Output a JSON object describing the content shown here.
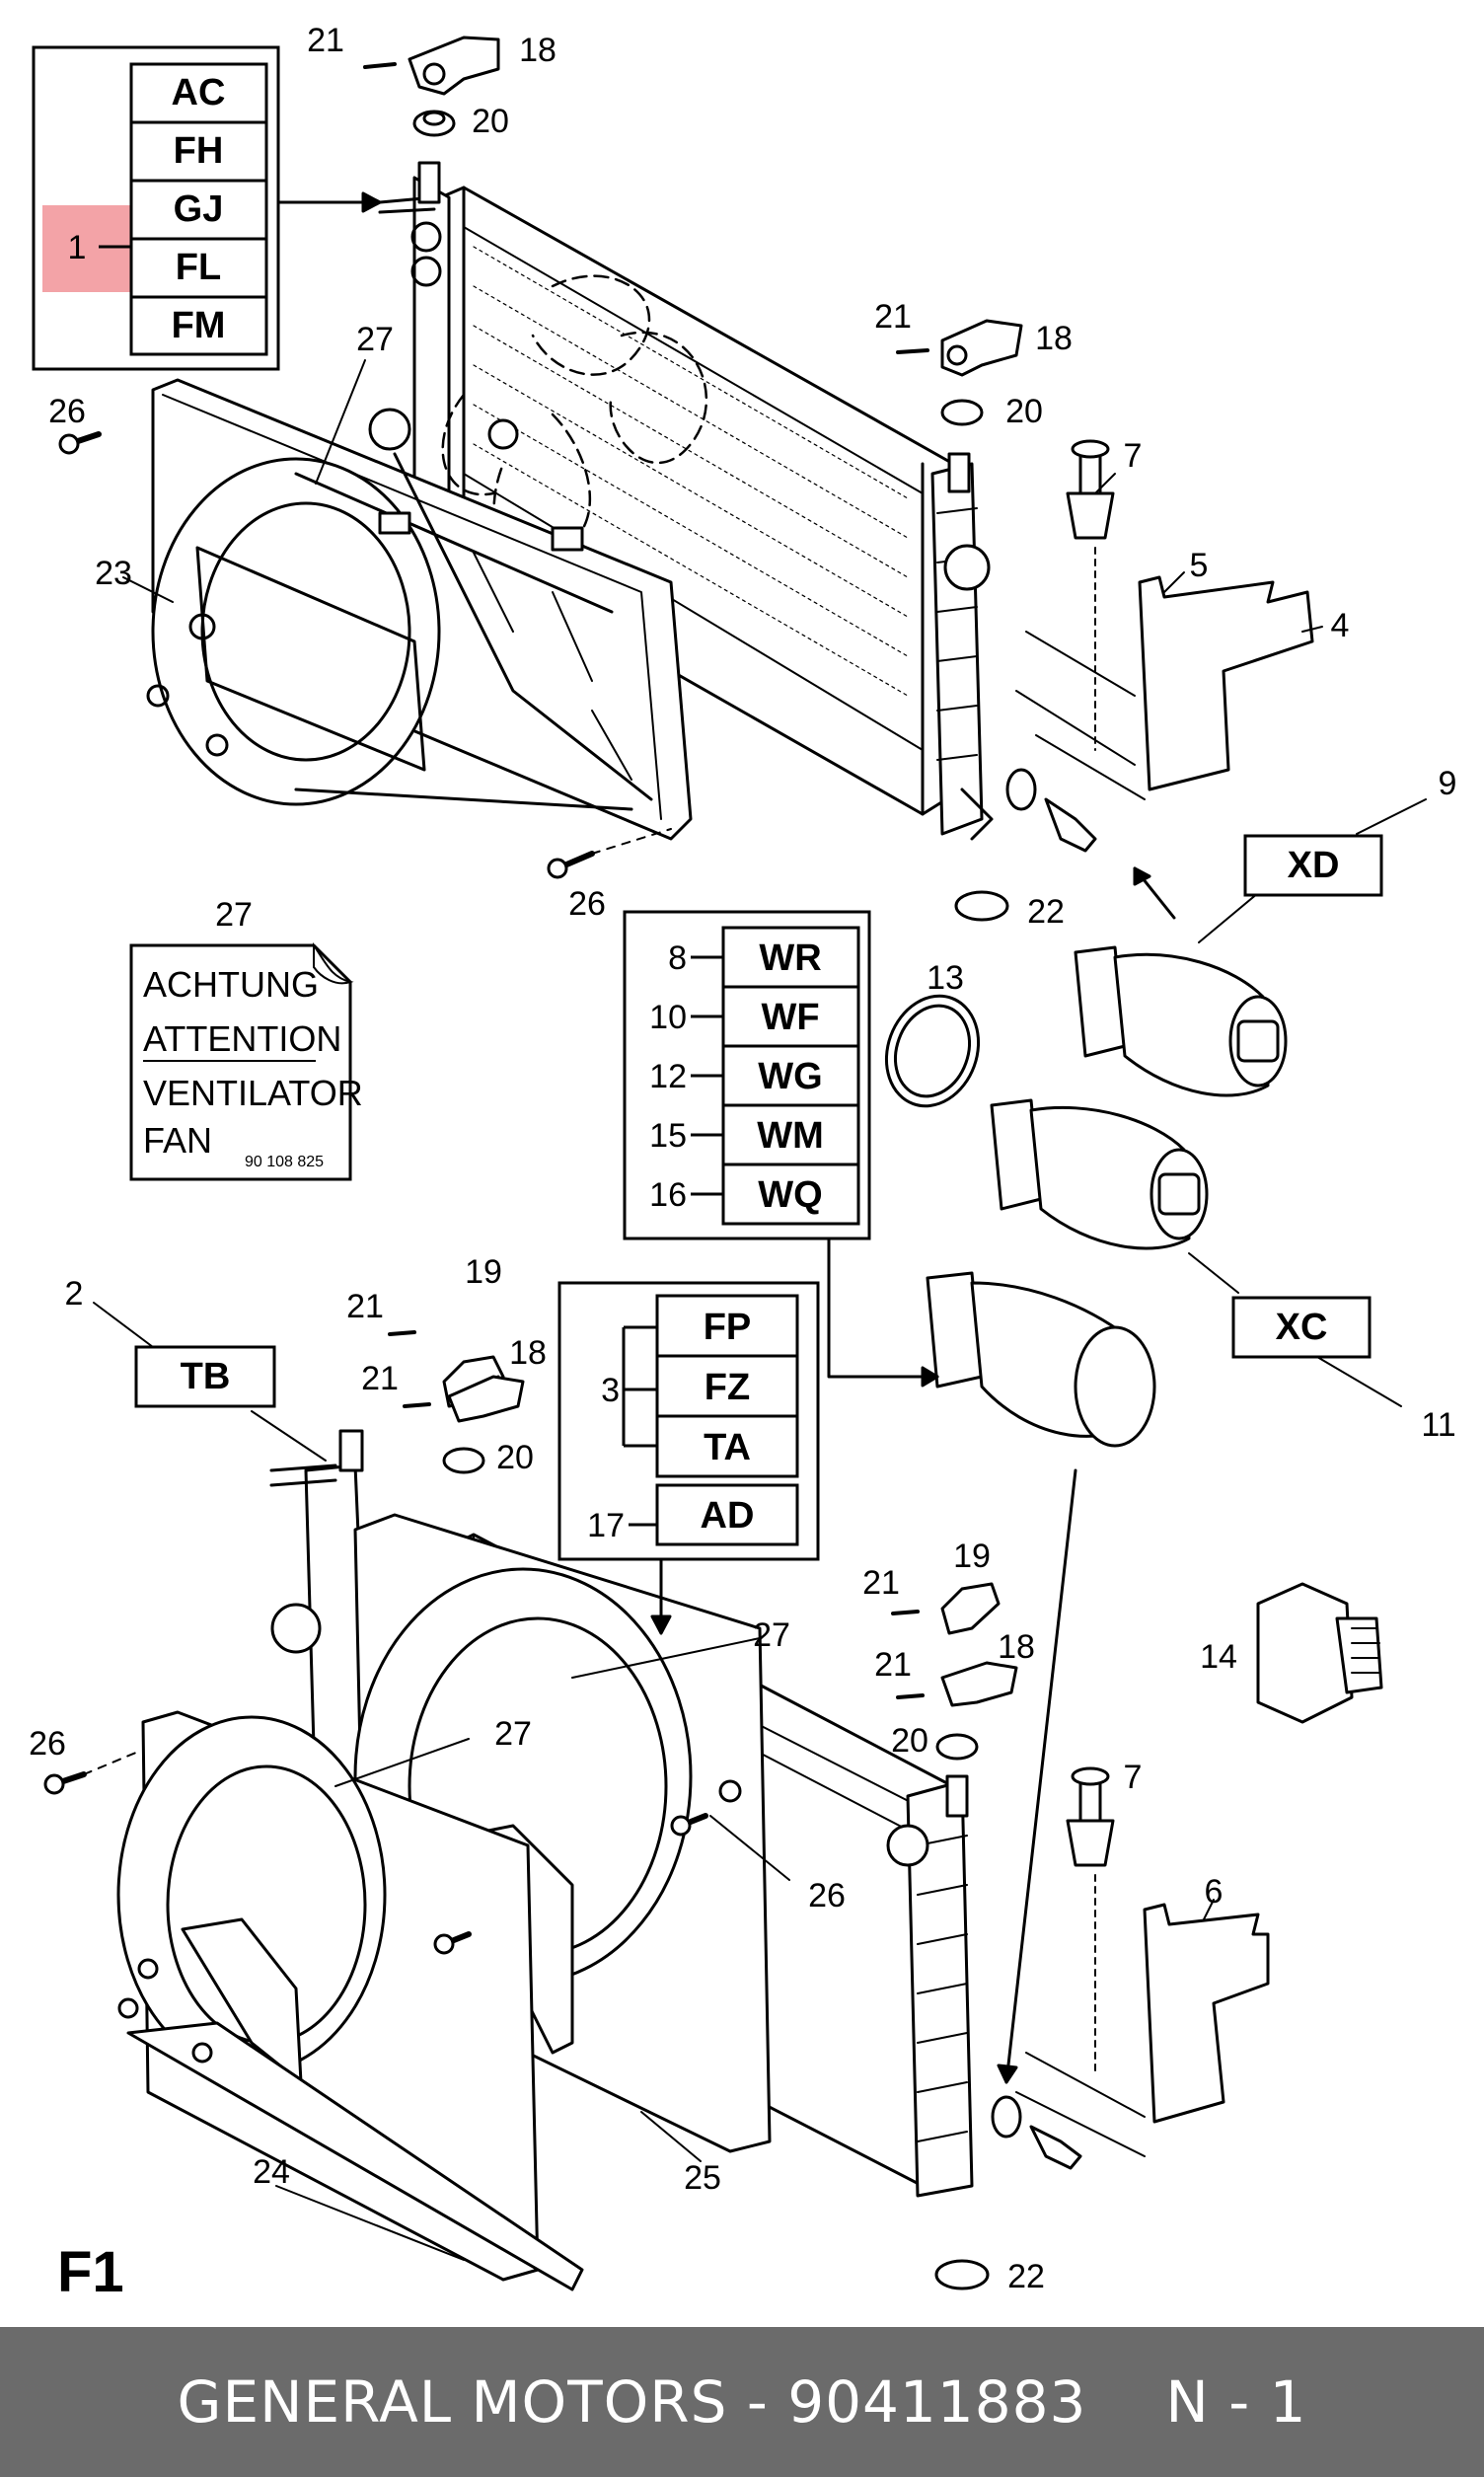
{
  "box_top_left": {
    "ref": "1",
    "codes": [
      "AC",
      "FH",
      "GJ",
      "FL",
      "FM"
    ]
  },
  "box_switches": {
    "refs": [
      "8",
      "10",
      "12",
      "15",
      "16"
    ],
    "codes": [
      "WR",
      "WF",
      "WG",
      "WM",
      "WQ"
    ]
  },
  "box_middle": {
    "ref_3": "3",
    "codes_3": [
      "FP",
      "FZ",
      "TA"
    ],
    "ref_17": "17",
    "code_17": "AD"
  },
  "tag_xd": "XD",
  "tag_xc": "XC",
  "tag_tb": "TB",
  "sticker": {
    "ref": "27",
    "line1": "ACHTUNG",
    "line2": "ATTENTION",
    "line3": "VENTILATOR",
    "line4": "FAN",
    "part_no": "90  108  825"
  },
  "part_refs": {
    "p21_a": "21",
    "p18_a": "18",
    "p20_a": "20",
    "p27_a": "27",
    "p26_a": "26",
    "p23": "23",
    "p21_b": "21",
    "p18_b": "18",
    "p20_b": "20",
    "p7_a": "7",
    "p5": "5",
    "p4": "4",
    "p9": "9",
    "p26_b": "26",
    "p22_a": "22",
    "p13": "13",
    "p11": "11",
    "p2": "2",
    "p19_a": "19",
    "p21_c": "21",
    "p21_d": "21",
    "p18_c": "18",
    "p20_c": "20",
    "p27_b": "27",
    "p27_c": "27",
    "p26_c": "26",
    "p26_d": "26",
    "p19_b": "19",
    "p21_e": "21",
    "p21_f": "21",
    "p18_d": "18",
    "p20_d": "20",
    "p14": "14",
    "p7_b": "7",
    "p6": "6",
    "p24": "24",
    "p25": "25",
    "p22_b": "22"
  },
  "figure_label": "F1",
  "footer": {
    "brand_part": "GENERAL MOTORS - 90411883",
    "page": "N - 1"
  },
  "colors": {
    "highlight": "#f3a3a7",
    "footer_bg": "#6b6b6b",
    "ink": "#000000"
  }
}
